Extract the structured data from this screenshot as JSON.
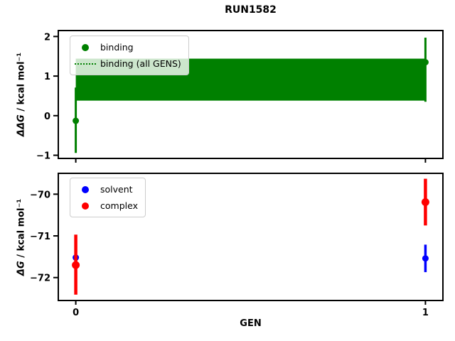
{
  "figure": {
    "title": "RUN1582",
    "background": "#ffffff"
  },
  "chart_data": [
    {
      "type": "scatter",
      "title": "RUN1582",
      "ylabel_math": "ΔΔG",
      "ylabel_rest": " / kcal mol⁻¹",
      "xlabel": "",
      "xlim": [
        -0.05,
        1.05
      ],
      "ylim": [
        -1.08,
        2.15
      ],
      "grid": false,
      "legend_position": "upper-left",
      "yticks": [
        {
          "v": -1,
          "label": "−1"
        },
        {
          "v": 0,
          "label": "0"
        },
        {
          "v": 1,
          "label": "1"
        },
        {
          "v": 2,
          "label": "2"
        }
      ],
      "xticks": [
        {
          "v": 0,
          "label": ""
        },
        {
          "v": 1,
          "label": ""
        }
      ],
      "legend": [
        {
          "label": "binding",
          "marker": "circle",
          "color": "#008000"
        },
        {
          "label": "binding (all GENS)",
          "marker": "dotted-line",
          "color": "#008000"
        }
      ],
      "band": {
        "series": "binding (all GENS)",
        "x_start": 0,
        "x_end": 1,
        "y_low": 0.38,
        "y_high": 1.44,
        "color": "#008000"
      },
      "series": [
        {
          "name": "binding",
          "color": "#008000",
          "marker": "circle",
          "points": [
            {
              "x": 0,
              "y": -0.13,
              "err_low": -0.94,
              "err_high": 0.71
            },
            {
              "x": 1,
              "y": 1.35,
              "err_low": 0.35,
              "err_high": 1.97
            }
          ]
        }
      ]
    },
    {
      "type": "scatter",
      "title": "",
      "ylabel_math": "ΔG",
      "ylabel_rest": " / kcal mol⁻¹",
      "xlabel": "GEN",
      "xlim": [
        -0.05,
        1.05
      ],
      "ylim": [
        -72.55,
        -69.5
      ],
      "grid": false,
      "legend_position": "upper-left",
      "yticks": [
        {
          "v": -72,
          "label": "−72"
        },
        {
          "v": -71,
          "label": "−71"
        },
        {
          "v": -70,
          "label": "−70"
        }
      ],
      "xticks": [
        {
          "v": 0,
          "label": "0"
        },
        {
          "v": 1,
          "label": "1"
        }
      ],
      "legend": [
        {
          "label": "solvent",
          "marker": "circle",
          "color": "#0000ff"
        },
        {
          "label": "complex",
          "marker": "circle",
          "color": "#ff0000"
        }
      ],
      "series": [
        {
          "name": "solvent",
          "color": "#0000ff",
          "marker": "circle",
          "points": [
            {
              "x": 0,
              "y": -71.52,
              "err_low": -71.9,
              "err_high": -71.2
            },
            {
              "x": 1,
              "y": -71.54,
              "err_low": -71.87,
              "err_high": -71.21
            }
          ]
        },
        {
          "name": "complex",
          "color": "#ff0000",
          "marker": "circle",
          "points": [
            {
              "x": 0,
              "y": -71.7,
              "err_low": -72.41,
              "err_high": -70.97
            },
            {
              "x": 1,
              "y": -70.19,
              "err_low": -70.75,
              "err_high": -69.63
            }
          ]
        }
      ]
    }
  ]
}
